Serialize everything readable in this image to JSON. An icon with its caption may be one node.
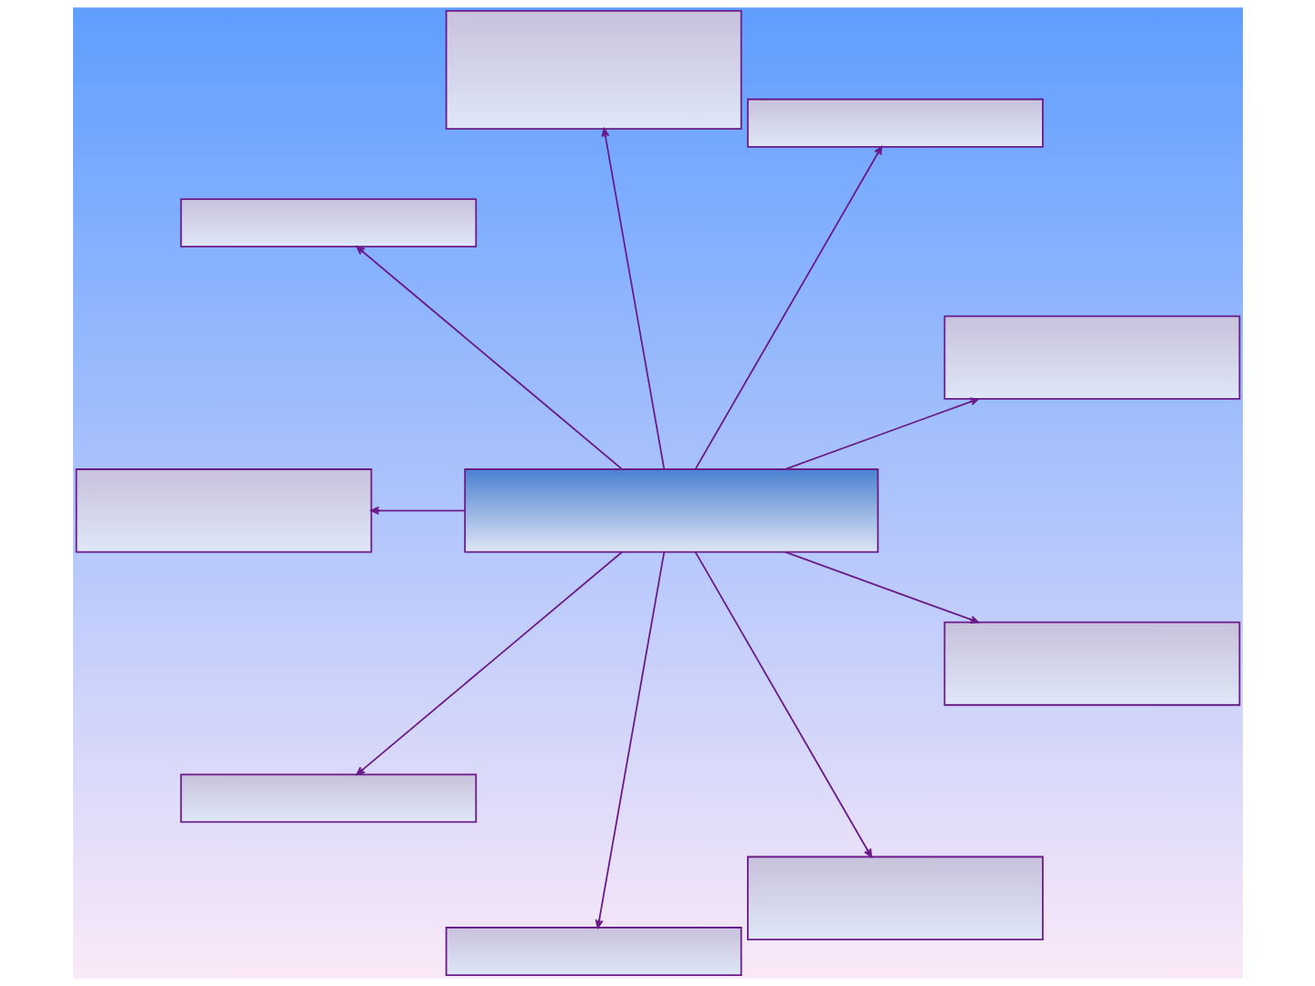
{
  "diagram": {
    "nodes": [
      {
        "text": [],
        "shape": "box"
      },
      {
        "text": [],
        "shape": "box"
      },
      {
        "text": [],
        "shape": "box"
      },
      {
        "text": [],
        "shape": "box"
      },
      {
        "text": [],
        "shape": "box"
      },
      {
        "text": [],
        "shape": "box"
      },
      {
        "text": [],
        "shape": "box"
      },
      {
        "text": [],
        "shape": "box"
      },
      {
        "text": [],
        "shape": "box"
      },
      {
        "text": [],
        "shape": "box"
      }
    ],
    "edges": [
      {
        "from": 4,
        "to": 0,
        "arrow": "to"
      },
      {
        "from": 4,
        "to": 2,
        "arrow": "to"
      },
      {
        "from": 4,
        "to": 5,
        "arrow": "to"
      },
      {
        "from": 4,
        "to": 7,
        "arrow": "to"
      },
      {
        "from": 4,
        "to": 9,
        "arrow": "to"
      },
      {
        "from": 4,
        "to": 8,
        "arrow": "to"
      },
      {
        "from": 4,
        "to": 6,
        "arrow": "to"
      },
      {
        "from": 4,
        "to": 3,
        "arrow": "to"
      },
      {
        "from": 4,
        "to": 1,
        "arrow": "to"
      }
    ]
  }
}
